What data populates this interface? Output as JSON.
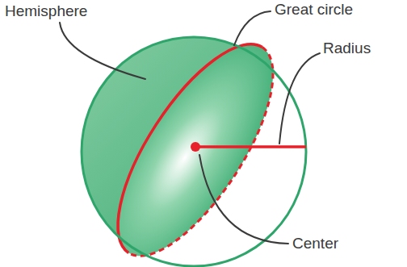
{
  "diagram": {
    "labels": [
      "Hemisphere",
      "Great circle",
      "Radius",
      "Center"
    ]
  }
}
